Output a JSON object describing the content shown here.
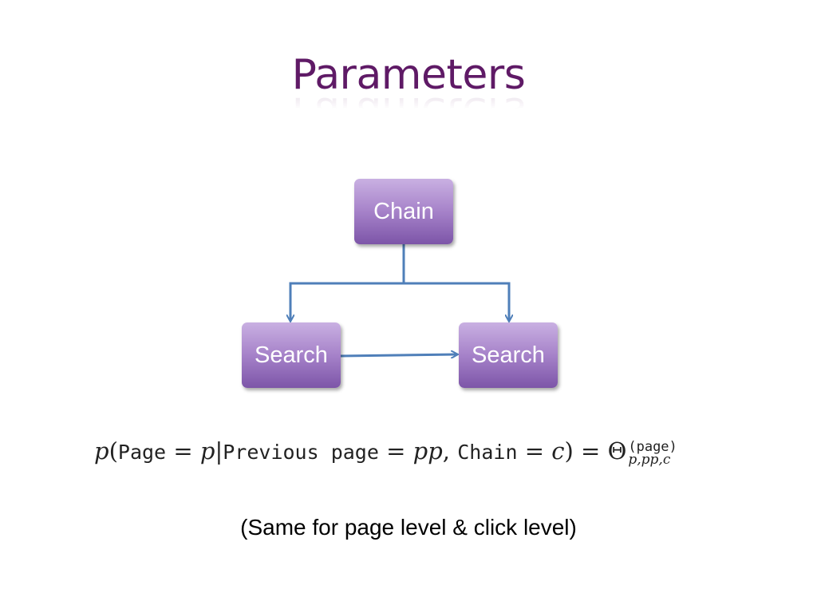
{
  "title": "Parameters",
  "diagram": {
    "nodes": {
      "chain": "Chain",
      "search_left": "Search",
      "search_right": "Search"
    },
    "edge_color": "#4f7fb9",
    "node_colors": [
      "#c9b0e2",
      "#7d55a8"
    ]
  },
  "formula": {
    "p": "p",
    "open": "(",
    "page_kw": "Page",
    "eq1": " = ",
    "p_val": "p",
    "bar": "|",
    "prev_kw": "Previous page",
    "eq2": " = ",
    "pp_val": "pp",
    "comma": ", ",
    "chain_kw": "Chain",
    "eq3": " = ",
    "c_val": "c",
    "close": ")",
    "eq4": " = ",
    "theta": "Θ",
    "superscript": "(page)",
    "subscript": "p,pp,c"
  },
  "caption": "(Same for page level & click level)",
  "colors": {
    "title": "#5f1a66"
  }
}
